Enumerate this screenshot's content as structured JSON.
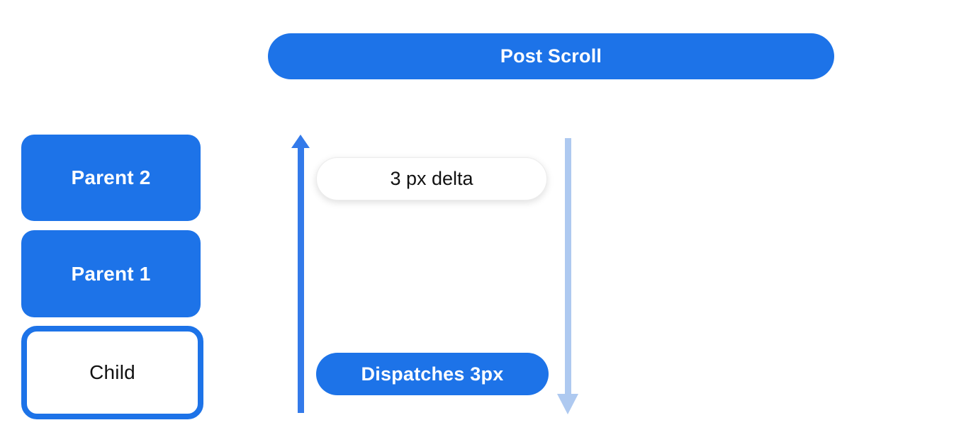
{
  "colors": {
    "primary_blue": "#1d73e8",
    "arrow_blue": "#337aea",
    "light_blue": "#aec9f0",
    "text_dark": "#111111",
    "pill_white": "#ffffff"
  },
  "header": {
    "post_scroll_label": "Post Scroll"
  },
  "widget_stack": {
    "items": [
      {
        "label": "Parent 2",
        "style": "filled"
      },
      {
        "label": "Parent 1",
        "style": "filled"
      },
      {
        "label": "Child",
        "style": "outlined"
      }
    ]
  },
  "flow": {
    "up_arrow": "up-scroll-delta-arrow",
    "down_arrow": "down-dispatch-arrow",
    "delta_label": "3 px delta",
    "dispatch_label": "Dispatches 3px"
  }
}
